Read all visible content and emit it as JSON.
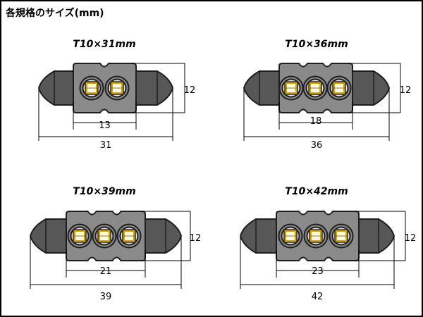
{
  "title": "各規格のサイズ(mm)",
  "colors": {
    "body": "#8a8a8a",
    "cap": "#575757",
    "outline": "#1e1e1e",
    "chip_frame": "#d8a500",
    "chip_light": "#fdf9df",
    "dim_line": "#000000"
  },
  "bulbs": [
    {
      "label": "T10×31mm",
      "led_count": 2,
      "body_width": "13",
      "total_length": "31",
      "height": "12"
    },
    {
      "label": "T10×36mm",
      "led_count": 3,
      "body_width": "18",
      "total_length": "36",
      "height": "12"
    },
    {
      "label": "T10×39mm",
      "led_count": 3,
      "body_width": "21",
      "total_length": "39",
      "height": "12"
    },
    {
      "label": "T10×42mm",
      "led_count": 3,
      "body_width": "23",
      "total_length": "42",
      "height": "12"
    }
  ]
}
